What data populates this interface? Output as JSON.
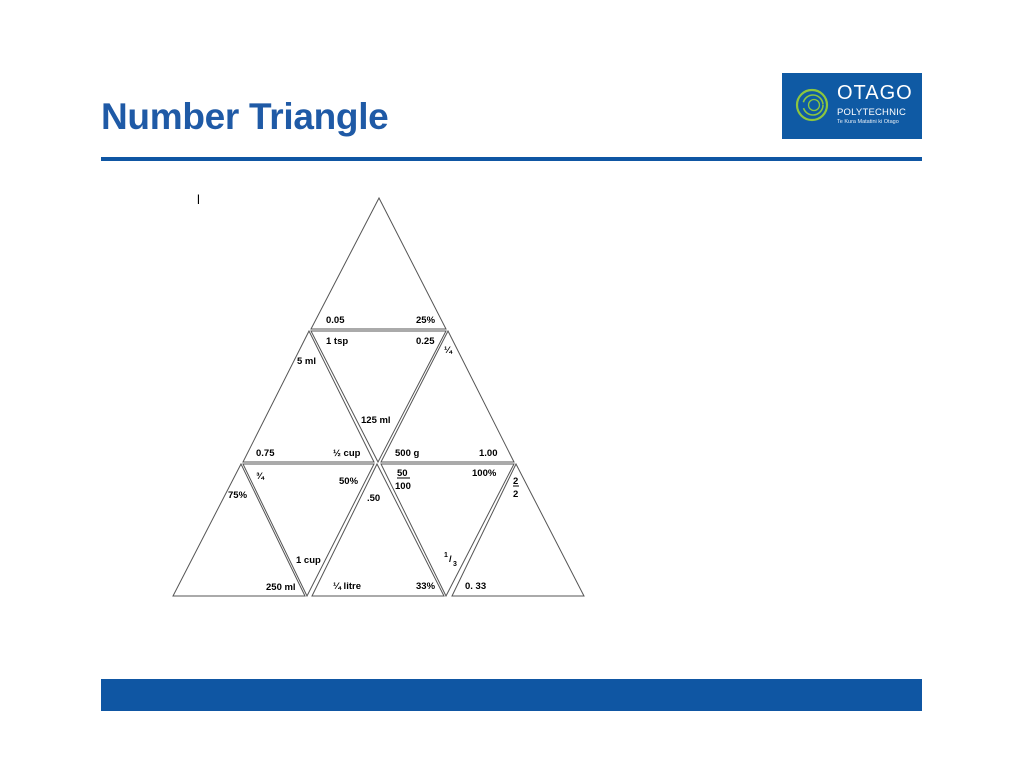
{
  "slide": {
    "title": "Number Triangle",
    "stray_mark": "l"
  },
  "logo": {
    "name": "OTAGO",
    "subtitle": "POLYTECHNIC",
    "tagline": "Te Kura Matatini ki Otago"
  },
  "colors": {
    "brand_blue": "#0f56a3",
    "title_blue": "#1f5aa6",
    "logo_ring": "#8cc63f"
  },
  "labels": {
    "t_top_left": "0.05",
    "t_top_right": "25%",
    "t_mid_inner_left": "1 tsp",
    "t_mid_inner_right": "0.25",
    "t_quarter": "¼",
    "t_5ml": "5 ml",
    "t_125ml": "125 ml",
    "t_075": "0.75",
    "t_half_cup": "½ cup",
    "t_500g": "500 g",
    "t_100": "1.00",
    "t_three_quarter": "¾",
    "t_50pct": "50%",
    "t_50": "50",
    "t_100_denom": "100",
    "t_100pct": "100%",
    "t_two": "2",
    "t_two_denom": "2",
    "t_75pct": "75%",
    "t_point50": ".50",
    "t_one_third_num": "1",
    "t_one_third_denom": "3",
    "t_1cup": "1 cup",
    "t_250ml": "250 ml",
    "t_quarter_litre": "¼ litre",
    "t_33pct": "33%",
    "t_033": "0. 33"
  }
}
